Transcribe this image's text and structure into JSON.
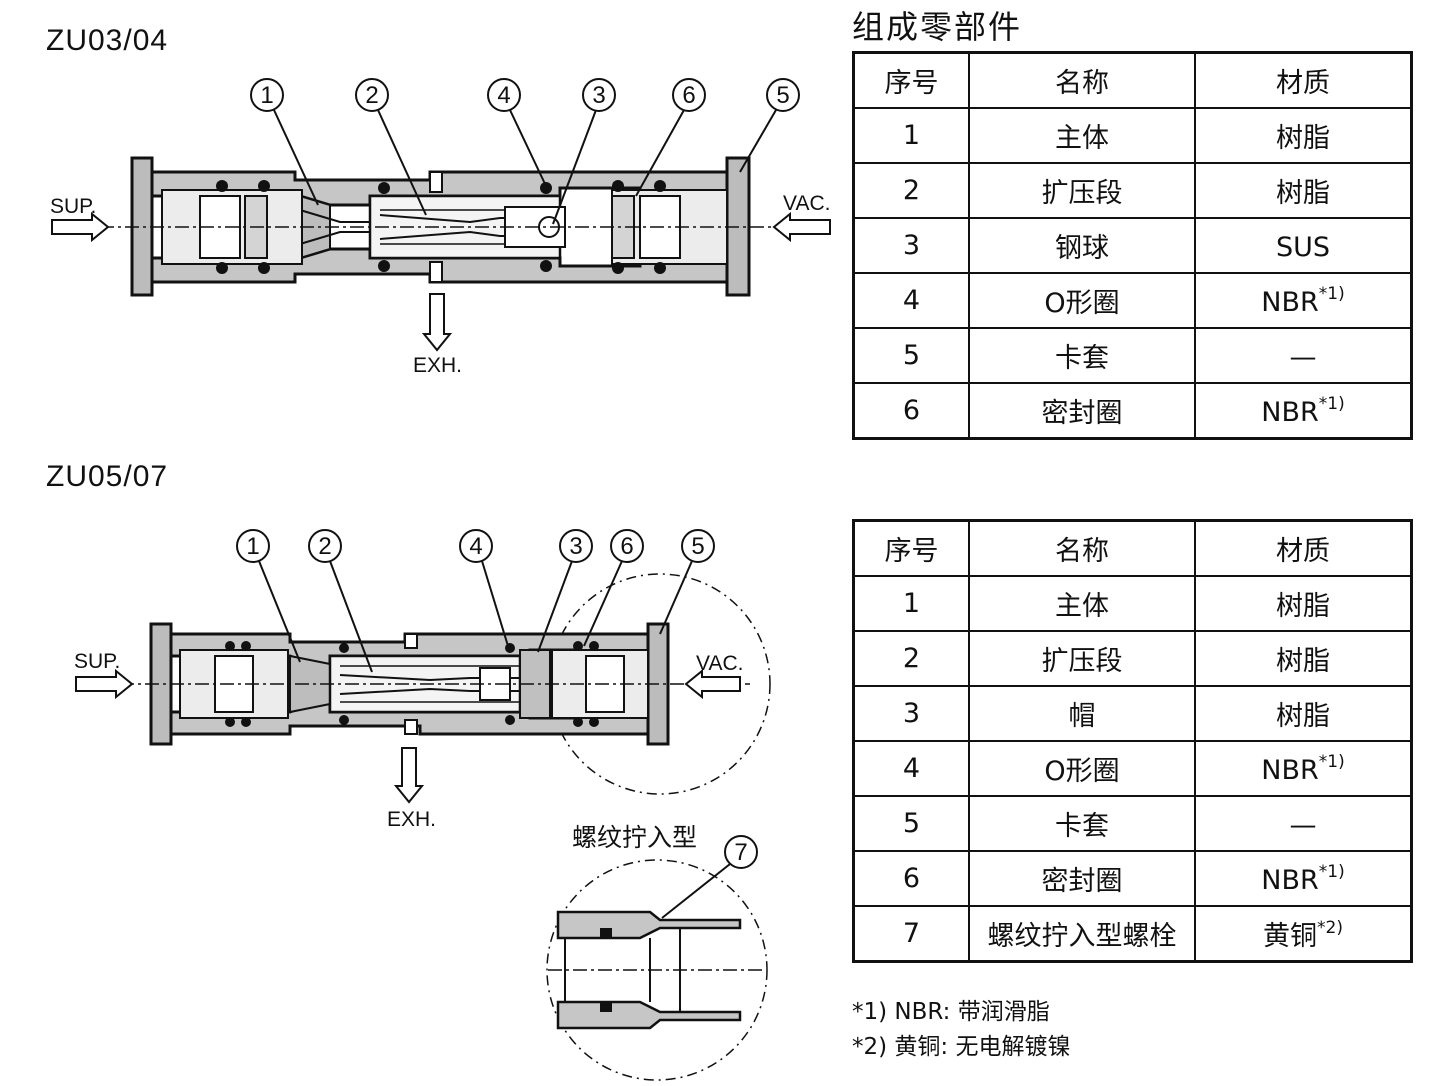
{
  "models": {
    "top": "ZU03/04",
    "bottom": "ZU05/07"
  },
  "section_title": "组成零部件",
  "ports": {
    "sup": "SUP.",
    "vac": "VAC.",
    "exh": "EXH."
  },
  "detail_label": "螺纹拧入型",
  "callouts_top": [
    "1",
    "2",
    "4",
    "3",
    "6",
    "5"
  ],
  "callouts_bottom": [
    "1",
    "2",
    "4",
    "3",
    "6",
    "5"
  ],
  "callout_detail": "7",
  "table_headers": [
    "序号",
    "名称",
    "材质"
  ],
  "table_top": [
    {
      "no": "1",
      "name": "主体",
      "material": "树脂",
      "mark": ""
    },
    {
      "no": "2",
      "name": "扩压段",
      "material": "树脂",
      "mark": ""
    },
    {
      "no": "3",
      "name": "钢球",
      "material": "SUS",
      "mark": ""
    },
    {
      "no": "4",
      "name": "O形圈",
      "material": "NBR",
      "mark": "*1)"
    },
    {
      "no": "5",
      "name": "卡套",
      "material": "—",
      "mark": ""
    },
    {
      "no": "6",
      "name": "密封圈",
      "material": "NBR",
      "mark": "*1)"
    }
  ],
  "table_bottom": [
    {
      "no": "1",
      "name": "主体",
      "material": "树脂",
      "mark": ""
    },
    {
      "no": "2",
      "name": "扩压段",
      "material": "树脂",
      "mark": ""
    },
    {
      "no": "3",
      "name": "帽",
      "material": "树脂",
      "mark": ""
    },
    {
      "no": "4",
      "name": "O形圈",
      "material": "NBR",
      "mark": "*1)"
    },
    {
      "no": "5",
      "name": "卡套",
      "material": "—",
      "mark": ""
    },
    {
      "no": "6",
      "name": "密封圈",
      "material": "NBR",
      "mark": "*1)"
    },
    {
      "no": "7",
      "name": "螺纹拧入型螺栓",
      "material": "黄铜",
      "mark": "*2)"
    }
  ],
  "notes": [
    "*1) NBR: 带润滑脂",
    "*2) 黄铜: 无电解镀镍"
  ]
}
